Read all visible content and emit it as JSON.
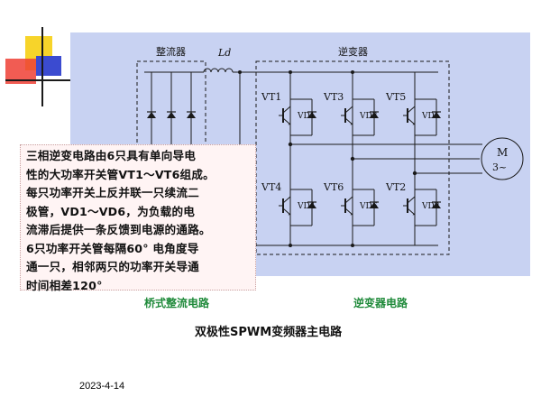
{
  "labels": {
    "rectifier": "整流器",
    "inductor": "Ld",
    "inverter": "逆变器",
    "motor_line1": "M",
    "motor_line2": "3~"
  },
  "transistors": {
    "upper": [
      "VT1",
      "VT3",
      "VT5"
    ],
    "lower": [
      "VT4",
      "VT6",
      "VT2"
    ]
  },
  "diodes": {
    "upper": [
      "VD1",
      "VD3",
      "VD5"
    ],
    "lower": [
      "VD4",
      "VD6",
      "VD2"
    ]
  },
  "note": {
    "lines": [
      "三相逆变电路由6只具有单向导电",
      "性的大功率开关管VT1～VT6组成。",
      "每只功率开关上反并联一只续流二",
      "极管，VD1～VD6，为负载的电",
      "流滞后提供一条反馈到电源的通路。",
      "6只功率开关管每隔60° 电角度导",
      "通一只，相邻两只的功率开关导通",
      "时间相差120°"
    ]
  },
  "section_labels": {
    "left": "桥式整流电路",
    "right": "逆变器电路"
  },
  "caption": "双极性SPWM变频器主电路",
  "footer": {
    "date": "2023-4-14"
  },
  "colors": {
    "panel": "#c8d2f2",
    "line": "#1a1a1a",
    "note_bg": "#fff4f4",
    "label_green": "#1f8a3a",
    "deco_yellow": "#f7d42a",
    "deco_red": "#ee4035",
    "deco_blue": "#3b4bd0"
  }
}
